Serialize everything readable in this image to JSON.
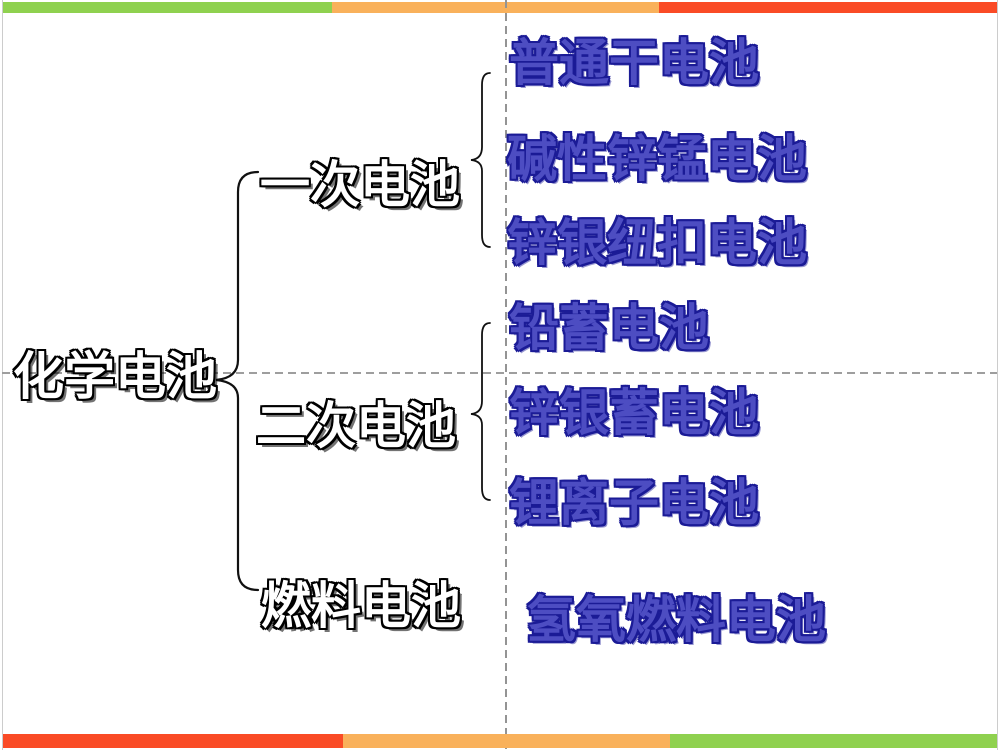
{
  "slide": {
    "root": {
      "label": "化学电池"
    },
    "groups": [
      {
        "label": "一次电池",
        "items": [
          "普通干电池",
          "碱性锌锰电池",
          "锌银纽扣电池"
        ]
      },
      {
        "label": "二次电池",
        "items": [
          "铅蓄电池",
          "锌银蓄电池",
          "锂离子电池"
        ]
      },
      {
        "label": "燃料电池",
        "items": [
          "氢氧燃料电池"
        ]
      }
    ],
    "colors": {
      "bar_green": "#8FD14F",
      "bar_orange": "#F9B15B",
      "bar_red": "#FA4B26",
      "blue_text_fill": "#4D4DC2",
      "blue_text_outline": "#1B1B96",
      "guide_gray": "#949494"
    },
    "top_bar_segments": [
      "#8FD14F",
      "#F9B15B",
      "#FA4B26"
    ],
    "bottom_bar_segments": [
      "#FA4B26",
      "#F9B15B",
      "#8FD14F"
    ]
  }
}
